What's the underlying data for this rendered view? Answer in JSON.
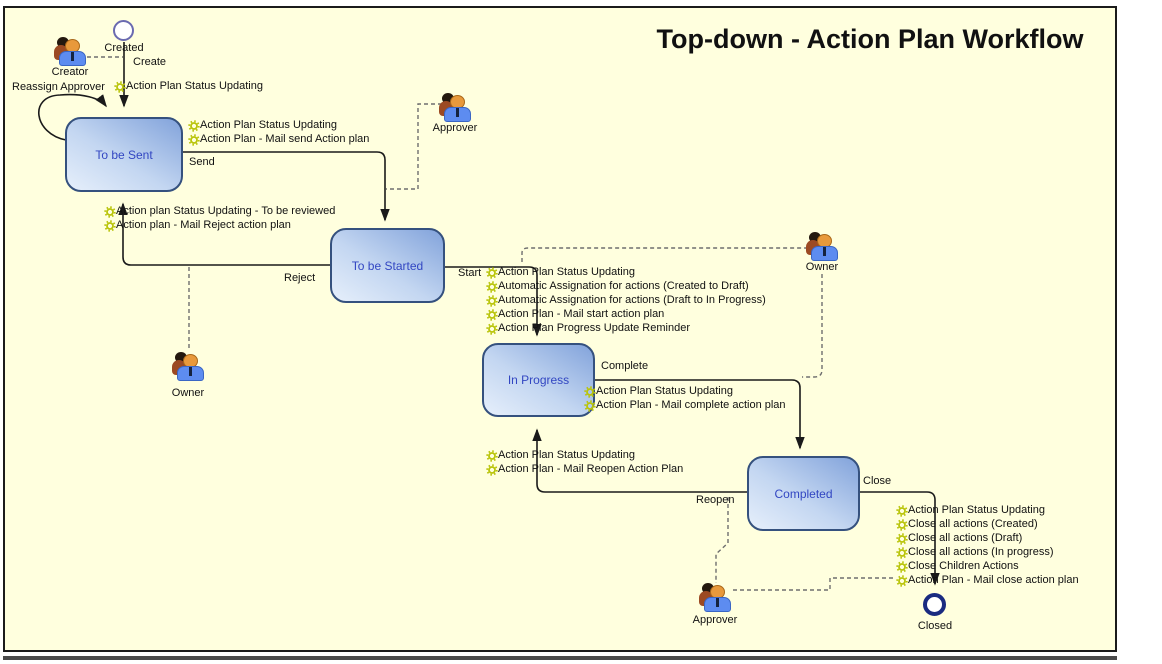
{
  "title": "Top-down - Action Plan Workflow",
  "terminals": {
    "created": "Created",
    "closed": "Closed"
  },
  "states": {
    "to_be_sent": "To be Sent",
    "to_be_started": "To be Started",
    "in_progress": "In Progress",
    "completed": "Completed"
  },
  "transitions": {
    "create": "Create",
    "reassign": "Reassign Approver",
    "send": "Send",
    "reject": "Reject",
    "start": "Start",
    "complete": "Complete",
    "reopen": "Reopen",
    "close": "Close"
  },
  "actors": {
    "creator": "Creator",
    "approver_top": "Approver",
    "owner_left": "Owner",
    "owner_right": "Owner",
    "approver_bottom": "Approver"
  },
  "actions": {
    "create": [
      "Action Plan Status Updating"
    ],
    "send": [
      "Action Plan Status Updating",
      "Action Plan - Mail send Action plan"
    ],
    "reject": [
      "Action plan Status Updating - To be reviewed",
      "Action plan - Mail Reject action plan"
    ],
    "start": [
      "Action Plan Status Updating",
      "Automatic Assignation for actions (Created to Draft)",
      "Automatic Assignation for actions (Draft to In Progress)",
      "Action Plan - Mail start action plan",
      "Action Plan Progress Update Reminder"
    ],
    "complete": [
      "Action Plan Status Updating",
      "Action Plan - Mail complete action plan"
    ],
    "reopen": [
      "Action Plan Status Updating",
      "Action Plan - Mail Reopen Action Plan"
    ],
    "close": [
      "Action Plan Status Updating",
      "Close all actions (Created)",
      "Close all actions (Draft)",
      "Close all actions (In progress)",
      "Close Children Actions",
      "Action Plan - Mail close action plan"
    ]
  },
  "icons": {
    "gear": "gear-icon",
    "actor": "two-person-icon",
    "start_node": "thin-circle-outline",
    "end_node": "thick-circle-outline"
  },
  "colors": {
    "background": "#FFFFDE",
    "connector": "#1a1a1a",
    "dashed": "#6e6e6e",
    "state-border": "#35517e",
    "state-text": "#3246c2",
    "gear": "#b9c40a",
    "end-node": "#1a2b80",
    "start-node": "#6a6ab0"
  }
}
